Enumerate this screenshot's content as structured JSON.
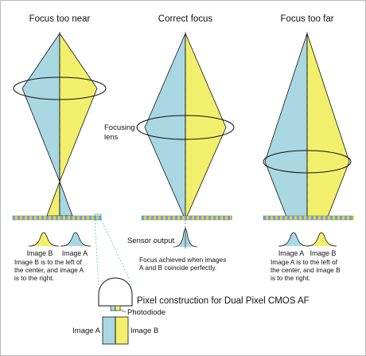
{
  "colors": {
    "blue": "#a9d8e3",
    "yellow": "#f2ef6d",
    "line": "#111111",
    "guide": "#2aa6cf",
    "sensor_blue": "#6aa8d8",
    "sensor_yellow": "#e6d24a"
  },
  "panels": [
    {
      "title": "Focus too near",
      "images": [
        "Image B",
        "Image A"
      ],
      "note": [
        "Image B is to the left of",
        "the center, and image A",
        "is to the right."
      ]
    },
    {
      "title": "Correct focus",
      "lens_label": [
        "Focusing",
        "lens"
      ],
      "sensor_output": "Sensor output",
      "note": [
        "Focus achieved when images",
        "A and B coincide perfectly."
      ]
    },
    {
      "title": "Focus too far",
      "images": [
        "Image A",
        "Image B"
      ],
      "note": [
        "Image A is to the left of",
        "the center, and image B",
        "is to the right."
      ]
    }
  ],
  "pixel": {
    "title": "Pixel construction for Dual Pixel CMOS AF",
    "photodiode": "Photodiode",
    "image_a": "Image A",
    "image_b": "Image B"
  }
}
